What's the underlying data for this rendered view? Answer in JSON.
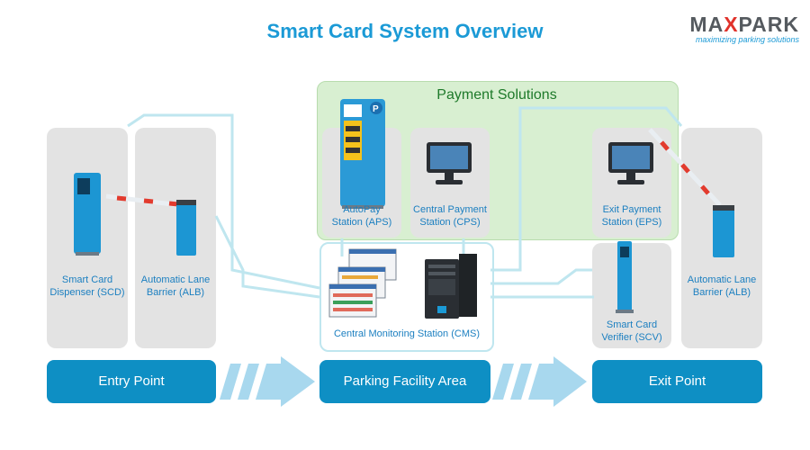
{
  "header": {
    "title": "Smart Card System Overview",
    "logo_brand_start": "MA",
    "logo_brand_x": "X",
    "logo_brand_end": "PARK",
    "logo_tagline": "maximizing parking solutions"
  },
  "payment": {
    "title": "Payment Solutions"
  },
  "devices": {
    "scd": {
      "line1": "Smart Card",
      "line2": "Dispenser (SCD)"
    },
    "alb_entry": {
      "line1": "Automatic Lane",
      "line2": "Barrier (ALB)"
    },
    "aps": {
      "line1": "AutoPay",
      "line2": "Station (APS)"
    },
    "cps": {
      "line1": "Central Payment",
      "line2": "Station (CPS)"
    },
    "eps": {
      "line1": "Exit Payment",
      "line2": "Station (EPS)"
    },
    "scv": {
      "line1": "Smart Card",
      "line2": "Verifier (SCV)"
    },
    "alb_exit": {
      "line1": "Automatic Lane",
      "line2": "Barrier (ALB)"
    },
    "cms": {
      "label": "Central Monitoring Station (CMS)"
    }
  },
  "flow": {
    "entry": "Entry Point",
    "facility": "Parking Facility Area",
    "exit": "Exit Point"
  },
  "colors": {
    "accent": "#1b9ad6",
    "button": "#0e8fc4",
    "payment_zone": "#d8efd1",
    "connector": "#bfe6ef",
    "arrow": "#a8d8ee"
  }
}
